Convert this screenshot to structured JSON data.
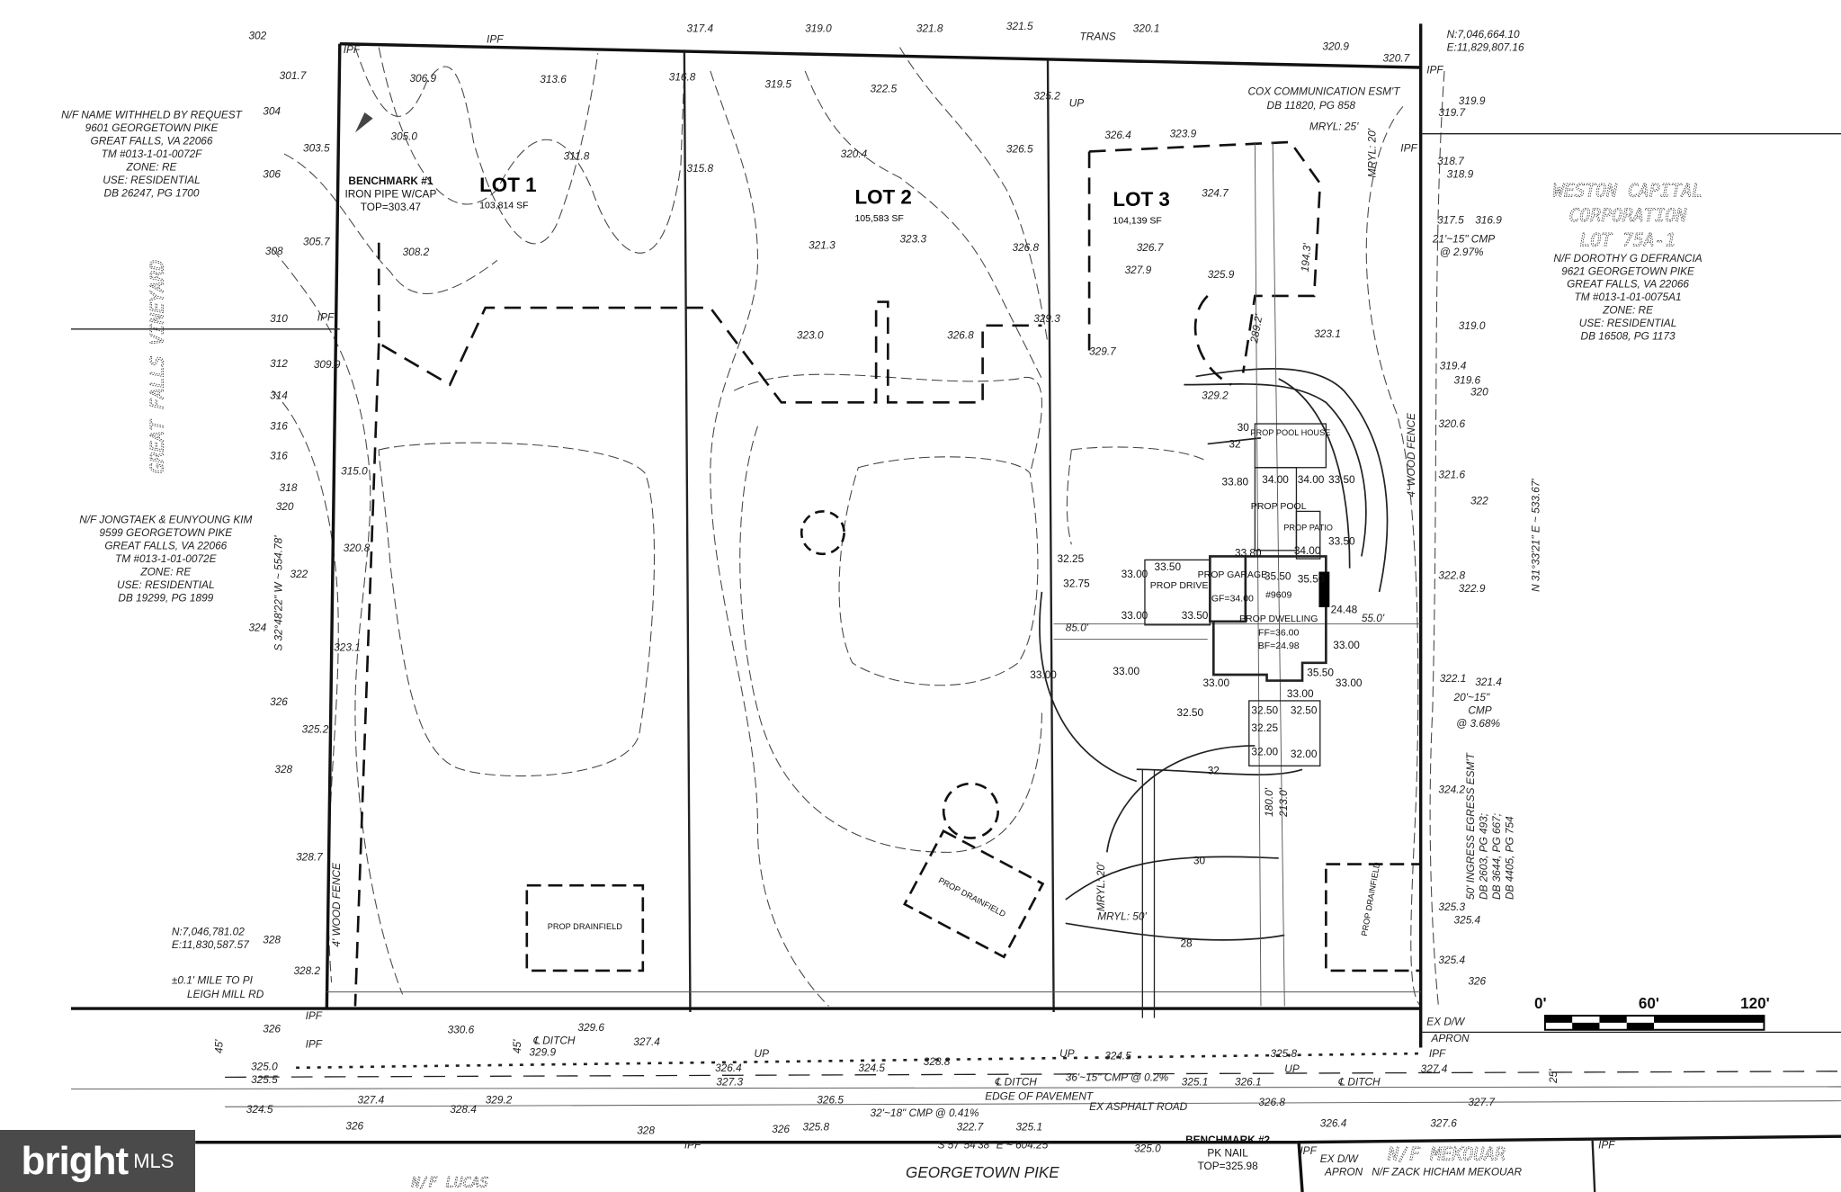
{
  "lots": [
    {
      "label": "LOT 1",
      "area": "103,814 SF"
    },
    {
      "label": "LOT 2",
      "area": "105,583 SF"
    },
    {
      "label": "LOT 3",
      "area": "104,139 SF"
    }
  ],
  "benchmark1": {
    "title": "BENCHMARK #1",
    "desc": "IRON PIPE W/CAP",
    "top": "TOP=303.47"
  },
  "benchmark2": {
    "title": "BENCHMARK #2",
    "desc": "PK NAIL",
    "top": "TOP=325.98"
  },
  "owner_nw": [
    "N/F NAME WITHHELD BY REQUEST",
    "9601 GEORGETOWN PIKE",
    "GREAT FALLS, VA 22066",
    "TM #013-1-01-0072F",
    "ZONE: RE",
    "USE: RESIDENTIAL",
    "DB 26247, PG 1700"
  ],
  "owner_w": [
    "N/F JONGTAEK & EUNYOUNG KIM",
    "9599 GEORGETOWN PIKE",
    "GREAT FALLS, VA 22066",
    "TM #013-1-01-0072E",
    "ZONE: RE",
    "USE: RESIDENTIAL",
    "DB 19299, PG 1899"
  ],
  "owner_e": {
    "title": [
      "WESTON CAPITAL",
      "CORPORATION",
      "LOT 75A-1"
    ],
    "lines": [
      "N/F DOROTHY G DEFRANCIA",
      "9621 GEORGETOWN PIKE",
      "GREAT FALLS, VA 22066",
      "TM #013-1-01-0075A1",
      "ZONE: RE",
      "USE: RESIDENTIAL",
      "DB 16508, PG 1173"
    ]
  },
  "owner_s": {
    "title": "N/F MEKOUAR",
    "line": "N/F ZACK HICHAM MEKOUAR"
  },
  "vineyard": "GREAT FALLS VINEYARD",
  "road": {
    "name": "GEORGETOWN PIKE",
    "bearing": "S 57°54'38\" E ~ 604.25'",
    "asphalt": "EX ASPHALT ROAD",
    "pavement": "EDGE OF PAVEMENT",
    "cmp": "32'~18\" CMP @ 0.41%",
    "cmp2": "36'~15\" CMP @ 0.2%",
    "ditch": "℄ DITCH",
    "mile": "±0.1' MILE TO PI",
    "leigh": "LEIGH MILL RD",
    "n_lucas": "N/F LUCAS"
  },
  "bearings": {
    "west": "S 32°48'22\" W ~ 554.78'",
    "east": "N 31°33'21\" E ~ 533.67'"
  },
  "coords": {
    "sw": [
      "N:7,046,781.02",
      "E:11,830,587.57"
    ],
    "ne": [
      "N:7,046,664.10",
      "E:11,829,807.16"
    ]
  },
  "easements": {
    "cox": [
      "COX COMMUNICATION ESM'T",
      "DB 11820, PG 858"
    ],
    "ingress": [
      "50' INGRESS EGRESS ESM'T",
      "DB 2603, PG 493;",
      "DB 3644, PG 667;",
      "DB 4405, PG 754"
    ]
  },
  "dwelling": {
    "number": "#9609",
    "label": "PROP DWELLING",
    "ff": "FF=36.00",
    "bf": "BF=24.98",
    "garage": "PROP GARAGE",
    "gf": "GF=34.00",
    "drive": "PROP DRIVE",
    "pool": "PROP POOL",
    "patio": "PROP PATIO",
    "pool_house": "PROP POOL HOUSE"
  },
  "drainfield": "PROP DRAINFIELD",
  "fence": "4' WOOD FENCE",
  "trans": "TRANS",
  "ex_dw": [
    "EX D/W",
    "APRON"
  ],
  "cmp_e1": [
    "21'~15\" CMP",
    "@ 2.97%"
  ],
  "cmp_e2": [
    "20'~15\"",
    "CMP",
    "@ 3.68%"
  ],
  "dims": [
    "85.0'",
    "55.0'",
    "289.2'",
    "194.3'",
    "180.0'",
    "213.0'",
    "45'",
    "45'",
    "25'",
    "MRYL: 25'",
    "MRYL: 20'",
    "MRYL: 20'",
    "MRYL: 50'"
  ],
  "scale": {
    "labels": [
      "0'",
      "60'",
      "120'"
    ]
  },
  "ipf": "IPF",
  "up": "UP",
  "elevations": [
    "301.7",
    "303.5",
    "305.0",
    "306.9",
    "313.6",
    "311.8",
    "308.2",
    "305.7",
    "309.9",
    "315.0",
    "320.8",
    "323.1",
    "325.2",
    "328.7",
    "328.2",
    "317.4",
    "319.0",
    "321.8",
    "321.5",
    "320.1",
    "316.8",
    "315.8",
    "319.5",
    "322.5",
    "320.4",
    "321.3",
    "323.3",
    "326.8",
    "323.0",
    "326.8",
    "329.3",
    "326.5",
    "325.2",
    "326.4",
    "323.9",
    "324.7",
    "326.7",
    "327.9",
    "325.9",
    "329.7",
    "323.1",
    "329.2",
    "320.9",
    "320.7",
    "319.9",
    "319.7",
    "318.7",
    "318.9",
    "317.5",
    "316.9",
    "319.0",
    "319.4",
    "319.6",
    "320.6",
    "321.6",
    "322.8",
    "322.9",
    "322.1",
    "321.4",
    "324.2",
    "325.3",
    "325.4",
    "325.4",
    "329.6",
    "330.6",
    "329.9",
    "327.4",
    "325.0",
    "325.5",
    "324.5",
    "327.4",
    "328.4",
    "329.2",
    "327.3",
    "326.4",
    "324.5",
    "328.8",
    "324.5",
    "325.1",
    "326.1",
    "325.8",
    "327.4",
    "327.7",
    "326.8",
    "326.4",
    "327.6",
    "326.5",
    "325.8",
    "322.7",
    "325.1",
    "325.0"
  ],
  "contours": [
    "302",
    "304",
    "306",
    "308",
    "310",
    "312",
    "314",
    "316",
    "318",
    "320",
    "322",
    "324",
    "326",
    "328",
    "328",
    "326",
    "30",
    "32",
    "28",
    "30",
    "32",
    "320",
    "322",
    "326",
    "326",
    "328",
    "326"
  ],
  "grades": [
    "33.00",
    "33.50",
    "33.50",
    "33.00",
    "33.00",
    "33.00",
    "33.00",
    "33.00",
    "35.50",
    "35.50",
    "35.50",
    "34.00",
    "34.00",
    "33.80",
    "33.80",
    "33.50",
    "33.50",
    "34.00",
    "32.75",
    "32.25",
    "32.50",
    "32.50",
    "32.50",
    "32.25",
    "32.00",
    "32.00",
    "24.48",
    "33.00",
    "33.00"
  ]
}
